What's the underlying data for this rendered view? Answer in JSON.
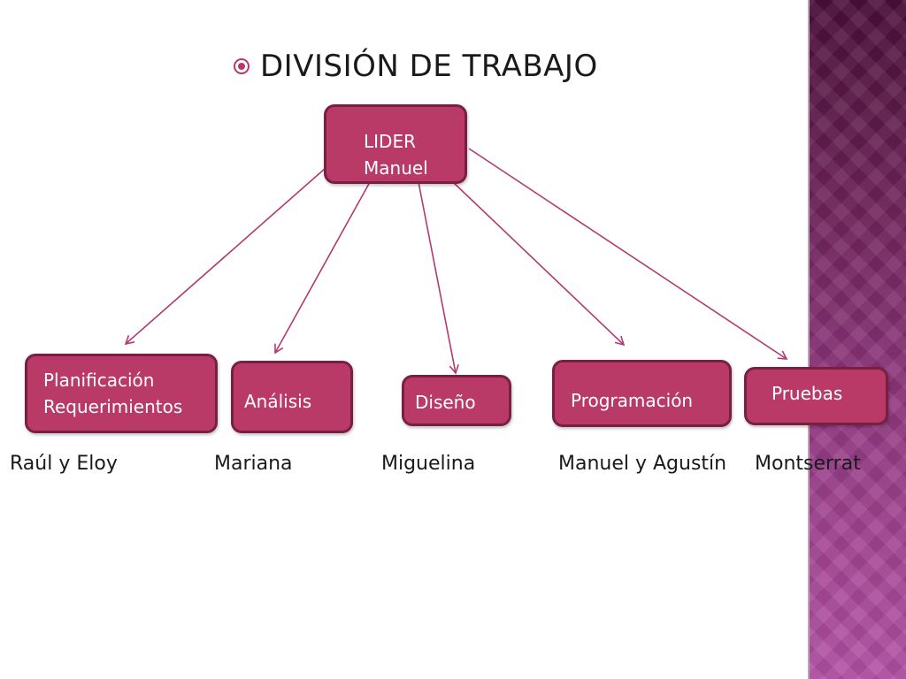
{
  "title": "DIVISIÓN DE TRABAJO",
  "leader": {
    "line1": "LIDER",
    "line2": "Manuel"
  },
  "teams": [
    {
      "line1": "Planificación",
      "line2": "Requerimientos",
      "members": "Raúl y Eloy"
    },
    {
      "line1": "Análisis",
      "members": "Mariana"
    },
    {
      "line1": "Diseño",
      "members": "Miguelina"
    },
    {
      "line1": "Programación",
      "members": "Manuel y Agustín"
    },
    {
      "line1": "Pruebas",
      "members": "Montserrat"
    }
  ],
  "colors": {
    "node_fill": "#b93a66",
    "node_border": "#7a1f44",
    "connector": "#b33a6f",
    "side_band": "#7a2a66"
  }
}
